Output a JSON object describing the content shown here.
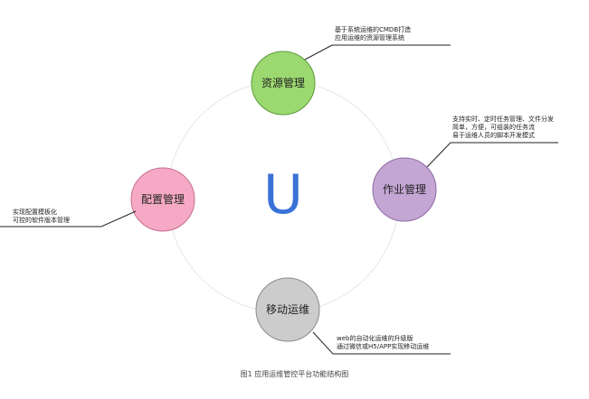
{
  "diagram": {
    "center": {
      "label": "U",
      "color": "#3a72d8"
    },
    "ring_color": "#e1ebe1",
    "nodes": [
      {
        "id": "resource",
        "label": "资源管理",
        "fill": "#9bd870",
        "stroke": "#5b9a3a"
      },
      {
        "id": "job",
        "label": "作业管理",
        "fill": "#c4a6d4",
        "stroke": "#8c6aa4"
      },
      {
        "id": "mobile",
        "label": "移动运维",
        "fill": "#cccccc",
        "stroke": "#8a8a8a"
      },
      {
        "id": "config",
        "label": "配置管理",
        "fill": "#f5a9c4",
        "stroke": "#c86f92"
      }
    ],
    "notes": {
      "resource": [
        "基于系统运维的CMDB打造",
        "应用运维的资源管理系统"
      ],
      "job": [
        "支持实时、定时任务管理、文件分发",
        "简单，方便，可组装的任务流",
        "易于运维人员的脚本开发模式"
      ],
      "mobile": [
        "web的自动化运维的升级版",
        "通过微信或H5/APP实现移动运维"
      ],
      "config": [
        "实现配置模板化",
        "可控的软件版本管理"
      ]
    },
    "caption": "图1 应用运维管控平台功能结构图"
  }
}
